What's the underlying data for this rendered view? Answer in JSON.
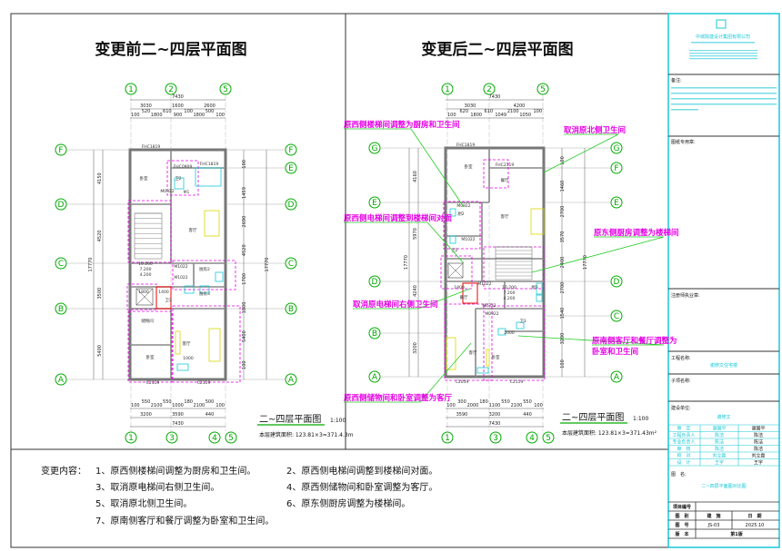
{
  "left_plan": {
    "title": "变更前二~四层平面图",
    "axes_top": [
      "1",
      "2",
      "5"
    ],
    "axes_bottom": [
      "1",
      "3",
      "4",
      "5"
    ],
    "rows_left": [
      "F",
      "D",
      "C",
      "B",
      "A"
    ],
    "rows_right": [
      "F",
      "E",
      "D",
      "C",
      "B",
      "A"
    ],
    "dims_top_total": "7430",
    "dims_top_mid": [
      "3030",
      "1600",
      "2600"
    ],
    "dims_top_detail": [
      "100",
      "520",
      "1800",
      "610",
      "900",
      "100",
      "1800",
      "500",
      "100"
    ],
    "dims_bottom_detail": [
      "100",
      "550",
      "2100",
      "550",
      "1000",
      "180",
      "2100",
      "500",
      "100"
    ],
    "dims_bottom_mid": [
      "3200",
      "3590",
      "440"
    ],
    "dims_bottom_total": "7430",
    "dims_left_outer": [
      "4150",
      "4520",
      "3500",
      "5400",
      "17770"
    ],
    "dims_right": [
      "100",
      "1459",
      "2690",
      "4520",
      "1700",
      "1800",
      "5400",
      "100",
      "17770"
    ],
    "labels": [
      "FHC1819",
      "FHC0909",
      "FHC1819",
      "M1",
      "M0922",
      "M1022",
      "M1022",
      "1800",
      "1400",
      "10.200",
      "7.200",
      "4.200",
      "C2119",
      "C2119",
      "1000",
      "卧室",
      "客厅",
      "储物间",
      "卧室",
      "客厅",
      "厨房2",
      "厨房3",
      "卫2",
      "卫3"
    ],
    "caption": "二~四层平面图",
    "scale": "1:100",
    "area": "本层建筑面积: 123.81×3=371.4.3m"
  },
  "right_plan": {
    "title": "变更后二~四层平面图",
    "axes_top": [
      "1",
      "2",
      "5"
    ],
    "axes_bottom": [
      "1",
      "3",
      "4",
      "5"
    ],
    "rows_left": [
      "G",
      "E",
      "D",
      "B",
      "A"
    ],
    "rows_right": [
      "G",
      "F",
      "E",
      "D",
      "C",
      "A"
    ],
    "dims_top_total": "7430",
    "dims_top_mid": [
      "3030",
      "4200"
    ],
    "dims_top_detail": [
      "100",
      "620",
      "1800",
      "610",
      "1049",
      "2100",
      "1050",
      "100"
    ],
    "dims_bottom_detail": [
      "100",
      "300",
      "2000",
      "180",
      "1100",
      "550",
      "2100",
      "550",
      "100"
    ],
    "dims_bottom_mid": [
      "3590",
      "3200",
      "440"
    ],
    "dims_bottom_total": "7430",
    "dims_left_outer": [
      "4160",
      "5970",
      "4240",
      "3200",
      "17770"
    ],
    "dims_right": [
      "100",
      "1460",
      "2700",
      "3570",
      "2400",
      "2700",
      "1540",
      "3200",
      "100",
      "17770"
    ],
    "labels": [
      "FHC1819",
      "FHC2119",
      "M0922",
      "M1022",
      "M1022",
      "M0722",
      "M0922",
      "1800",
      "2000",
      "10.200",
      "7.200",
      "4.200",
      "C2059",
      "C2119",
      "卧室",
      "餐厅",
      "厨2",
      "客厅",
      "卫2",
      "餐厅",
      "客厅",
      "卧室",
      "厨3",
      "卫3"
    ],
    "annotations": [
      "原西侧楼梯间调整为厨房和卫生间",
      "取消原北侧卫生间",
      "原西侧电梯间调整到楼梯间对面",
      "原东侧厨房调整为楼梯间",
      "取消原电梯间右侧卫生间",
      "原南侧客厅和餐厅调整为",
      "卧室和卫生间",
      "原西侧储物间和卧室调整为客厅"
    ],
    "caption": "二~四层平面图",
    "scale": "1:100",
    "area": "本层建筑面积: 123.81×3=371.43m²"
  },
  "notes": {
    "label": "变更内容：",
    "items": [
      "1、原西侧楼梯间调整为厨房和卫生间。",
      "2、原西侧电梯间调整到楼梯间对面。",
      "3、取消原电梯间右侧卫生间。",
      "4、原西侧储物间和卧室调整为客厅。",
      "5、取消原北侧卫生间。",
      "6、原东侧厨房调整为楼梯间。",
      "7、原南侧客厅和餐厅调整为卧室和卫生间。"
    ]
  },
  "title_block": {
    "company": "中城院建设计集团有限公司",
    "remarks_label": "备注:",
    "seal_label": "图纸专用章:",
    "reg_seal_label": "注册师执业章:",
    "project_label": "工程名称:",
    "project_value": "谢修文住宅楼",
    "subitem_label": "子项名称:",
    "client_label": "建设单位:",
    "client_value": "谢修文",
    "roles": [
      {
        "role": "审　定",
        "name": "谢国平",
        "sign": "谢国平"
      },
      {
        "role": "工程负责人",
        "name": "陈洁",
        "sign": "陈洁"
      },
      {
        "role": "专业负责人",
        "name": "陈洁",
        "sign": "陈洁"
      },
      {
        "role": "审　核",
        "name": "陈洁",
        "sign": "陈洁"
      },
      {
        "role": "校　对",
        "name": "刘立磊",
        "sign": "刘立磊"
      },
      {
        "role": "设　计",
        "name": "王宇",
        "sign": "王宇"
      }
    ],
    "drawing_name_label": "图　名:",
    "drawing_name": "二~四层平面图对比图",
    "project_no_label": "项目编号",
    "category_label": "图　别",
    "category_value": "建　施",
    "date_label": "日　期",
    "number_label": "图　号",
    "number_value": "JS-03",
    "date_value": "2025.10",
    "version_label": "版　本",
    "version_value": "第1版"
  },
  "colors": {
    "axis": "#00aa00",
    "annotation": "#e600e6",
    "titleblock": "#18c8d8",
    "wall": "#777777"
  }
}
